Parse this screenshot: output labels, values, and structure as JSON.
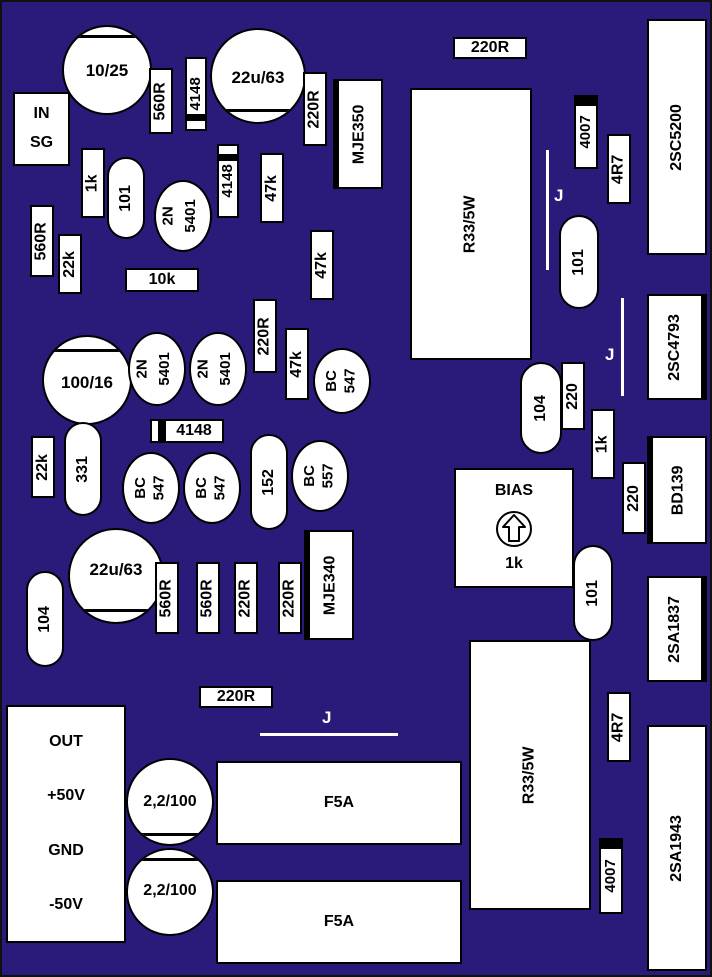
{
  "components": {
    "c_10_25": "10/25",
    "r_560r_top": "560R",
    "d_4148_top": "4148",
    "c_22u63_top": "22u/63",
    "r_220r_mje350": "220R",
    "q_mje350": "MJE350",
    "r_220r_top": "220R",
    "in_label": "IN",
    "sg_label": "SG",
    "r_1k_left": "1k",
    "c_101_left": "101",
    "q_2n5401_top_l1": "2N",
    "q_2n5401_top_l2": "5401",
    "d_4148_mid": "4148",
    "r_47k_a": "47k",
    "r_560r_left": "560R",
    "r_22k_left": "22k",
    "r_10k": "10k",
    "r_47k_b": "47k",
    "r_r33_5w_top": "R33/5W",
    "d_4007_top": "4007",
    "r_4r7_top": "4R7",
    "q_2sc5200": "2SC5200",
    "c_101_right": "101",
    "j_label_top": "J",
    "r_220r_center": "220R",
    "c_100_16": "100/16",
    "q_2n5401_a_l1": "2N",
    "q_2n5401_a_l2": "5401",
    "q_2n5401_b_l1": "2N",
    "q_2n5401_b_l2": "5401",
    "r_47k_c": "47k",
    "q_bc547_top_l1": "BC",
    "q_bc547_top_l2": "547",
    "j_label_mid": "J",
    "q_2sc4793": "2SC4793",
    "c_104_right": "104",
    "r_220_a": "220",
    "r_1k_right": "1k",
    "d_4148_low": "4148",
    "r_22k_low": "22k",
    "c_331": "331",
    "q_bc547_a_l1": "BC",
    "q_bc547_a_l2": "547",
    "q_bc547_b_l1": "BC",
    "q_bc547_b_l2": "547",
    "c_152": "152",
    "q_bc557_l1": "BC",
    "q_bc557_l2": "557",
    "bias_label": "BIAS",
    "bias_value": "1k",
    "r_220_b": "220",
    "q_bd139": "BD139",
    "c_22u63_low": "22u/63",
    "c_104_left": "104",
    "r_560r_a": "560R",
    "r_560r_b": "560R",
    "r_220r_a": "220R",
    "r_220r_b": "220R",
    "q_mje340": "MJE340",
    "c_101_bias": "101",
    "q_2sa1837": "2SA1837",
    "r_220r_bottom": "220R",
    "j_label_bottom": "J",
    "out_label": "OUT",
    "p50_label": "+50V",
    "gnd_label": "GND",
    "m50_label": "-50V",
    "c_22_100_a": "2,2/100",
    "c_22_100_b": "2,2/100",
    "f_5a_a": "F5A",
    "f_5a_b": "F5A",
    "r_r33_5w_bottom": "R33/5W",
    "r_4r7_bottom": "4R7",
    "q_2sa1943": "2SA1943",
    "d_4007_bottom": "4007"
  },
  "colors": {
    "board": "#2a1a7a",
    "part": "#ffffff",
    "outline": "#000000"
  }
}
